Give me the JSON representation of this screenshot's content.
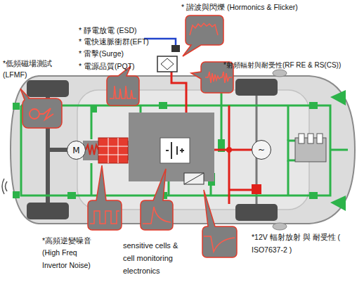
{
  "diagram": {
    "nodes": [
      {
        "text": [
          "M"
        ]
      },
      {
        "text": [
          "~"
        ]
      }
    ],
    "labels": [
      "* 諧波與閃爍 (Hormonics & Flicker)",
      "* 靜電放電 (ESD)",
      "* 電快速脈衝群(EFT)",
      "* 雷擊(Surge)",
      "* 電源品質(PQT)",
      "*低頻磁場測試 (LFMF)",
      "*射頻輻射與耐受性(RF RE & RS(CS))",
      "*高頻逆變噪音 (High Freq Invertor Noise)",
      "sensitive cells & cell monitoring electronics",
      "*12V 輻射放射 與 耐受性 ( ISO7637-2 )"
    ]
  }
}
